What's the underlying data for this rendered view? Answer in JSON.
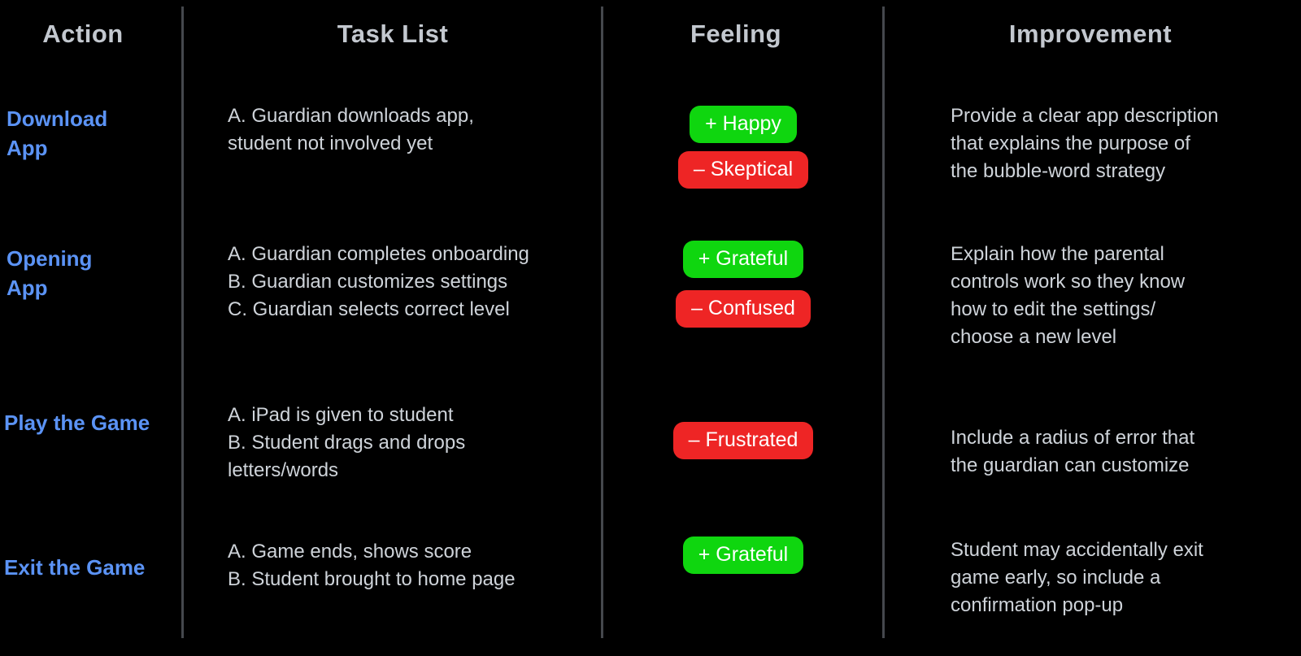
{
  "colors": {
    "positive": "#0fd60f",
    "negative": "#ee2525",
    "action": "#5b93f5",
    "divider": "#45484d",
    "header_text": "#c3c8cf",
    "body_text": "#ced3d9",
    "background": "#000000"
  },
  "table": {
    "columns": [
      {
        "label": "Action"
      },
      {
        "label": "Task List"
      },
      {
        "label": "Feeling"
      },
      {
        "label": "Improvement"
      }
    ],
    "rows": [
      {
        "action": [
          "Download",
          "App"
        ],
        "tasks": [
          "A. Guardian downloads app,",
          "student not involved yet"
        ],
        "feelings": [
          {
            "label": "+ Happy",
            "type": "positive"
          },
          {
            "label": "– Skeptical",
            "type": "negative"
          }
        ],
        "improvement": [
          "Provide a clear app description",
          "that explains the purpose of",
          "the bubble-word strategy"
        ]
      },
      {
        "action": [
          "Opening",
          "App"
        ],
        "tasks": [
          "A. Guardian completes onboarding",
          "B. Guardian customizes settings",
          "C. Guardian selects correct level"
        ],
        "feelings": [
          {
            "label": "+ Grateful",
            "type": "positive"
          },
          {
            "label": "– Confused",
            "type": "negative"
          }
        ],
        "improvement": [
          "Explain how the parental",
          "controls work so they know",
          "how to edit the settings/",
          "choose a new level"
        ]
      },
      {
        "action": [
          "Play the Game"
        ],
        "tasks": [
          "A. iPad is given to student",
          "B. Student drags and drops",
          "letters/words"
        ],
        "feelings": [
          {
            "label": "– Frustrated",
            "type": "negative"
          }
        ],
        "improvement": [
          "Include a radius of error that",
          "the guardian can customize"
        ]
      },
      {
        "action": [
          "Exit the Game"
        ],
        "tasks": [
          "A. Game ends, shows score",
          "B. Student brought to home page"
        ],
        "feelings": [
          {
            "label": "+ Grateful",
            "type": "positive"
          }
        ],
        "improvement": [
          "Student may accidentally exit",
          "game early, so include a",
          "confirmation pop-up"
        ]
      }
    ]
  }
}
